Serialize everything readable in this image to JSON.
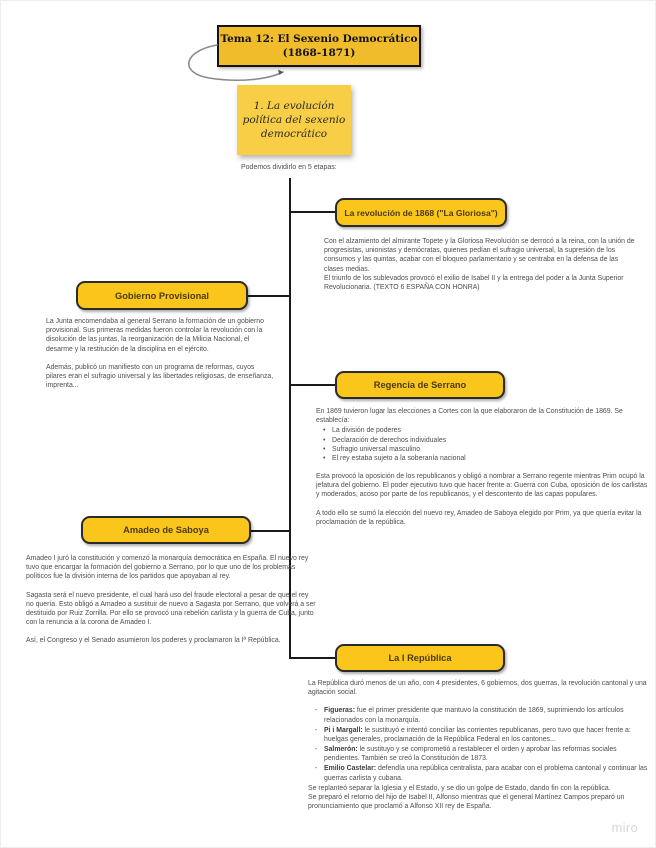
{
  "colors": {
    "title_fill": "#F0BC2B",
    "sticky_fill": "#F7CE45",
    "node_fill": "#FBC61C",
    "line": "#1A1A1A"
  },
  "title_card": {
    "line1": "Tema 12: El Sexenio Democrático",
    "line2": "(1868-1871)"
  },
  "sticky_note": {
    "text": "1. La evolución política del sexenio democrático"
  },
  "intro_label": "Podemos dividirlo en 5 etapas:",
  "watermark": "miro",
  "stages": [
    {
      "label": "La revolución de 1868 (\"La Gloriosa\")",
      "body": [
        "Con el alzamiento del almirante Topete y la Gloriosa Revolución se derrocó a la reina, con la unión de progresistas, unionistas y demócratas, quienes pedían el sufragio universal, la supresión de los consumos y las quintas, acabar con el bloqueo parlamentario y se centraba en la defensa de las clases medias.",
        "El triunfo de los sublevados provocó el exilio de Isabel II y la entrega del poder a la Junta Superior Revolucionaria. (TEXTO 6 ESPAÑA CON HONRA)"
      ]
    },
    {
      "label": "Gobierno Provisional",
      "body": [
        "La Junta encomendaba al general Serrano la formación de un gobierno provisional. Sus primeras medidas fueron controlar la revolución con la disolución de las juntas, la reorganización de la Milicia Nacional, el desarme y la restitución de la disciplina en el ejército.",
        "Además, publicó un manifiesto con un programa de reformas, cuyos pilares eran el sufragio universal y las libertades religiosas, de enseñanza, imprenta..."
      ]
    },
    {
      "label": "Regencia de Serrano",
      "intro": "En 1869 tuvieron lugar las elecciones a Cortes con la que elaboraron de la Constitución de 1869. Se establecía:",
      "bullets": [
        "La división de poderes",
        "Declaración de derechos individuales",
        "Sufragio universal masculino",
        "El rey estaba sujeto a la soberanía nacional"
      ],
      "body": [
        "Esta provocó la oposición de los republicanos y obligó a nombrar a Serrano regente mientras Prim ocupó la jefatura del gobierno. El poder ejecutivo tuvo que hacer frente a: Guerra con Cuba, oposición de los carlistas y moderados, acoso por parte de los republicanos, y el descontento de las capas populares.",
        "A todo ello se sumó la elección del nuevo rey, Amadeo de Saboya elegido por Prim, ya que quería evitar la proclamación de la república."
      ]
    },
    {
      "label": "Amadeo de Saboya",
      "body": [
        "Amadeo I juró la constitución y comenzó la monarquía democrática en España. El nuevo rey tuvo que encargar la formación del gobierno a Serrano, por lo que uno de los problemas políticos fue la división interna de los partidos que apoyaban al rey.",
        "Sagasta será el nuevo presidente, el cual hará uso del fraude electoral a pesar de que el rey no quería. Esto obligó a Amadeo a sustituir de nuevo a Sagasta por Serrano, que volverá a ser destituido por Ruiz Zorrilla. Por ello se provocó una rebelión carlista y la guerra de Cuba, junto con la renuncia a la corona de Amadeo I.",
        "Así, el Congreso y el Senado asumieron los poderes y proclamaron la Iª República."
      ]
    },
    {
      "label": "La I República",
      "intro": "La República duró menos de un año, con 4 presidentes, 6 gobiernos, dos guerras, la revolución cantonal y una agitación social.",
      "bullets": [
        {
          "name": "Figueras:",
          "text": " fue el primer presidente que mantuvo la constitución de 1869, suprimiendo los artículos relacionados con la monarquía."
        },
        {
          "name": "Pi i Margall:",
          "text": " le sustituyó e intentó conciliar las corrientes republicanas, pero tuvo que hacer frente a: huelgas generales, proclamación de la República Federal en los cantones..."
        },
        {
          "name": "Salmerón:",
          "text": " le sustituyo y se comprometió a restablecer el orden y aprobar las reformas sociales pendientes. También se creó la Constitución de 1873."
        },
        {
          "name": "Emilio Castelar:",
          "text": " defendía una república centralista, para acabar con el problema cantonal y continuar las guerras carlista y cubana."
        }
      ],
      "footer": [
        "Se replanteó separar la Iglesia y el Estado, y se dio un golpe de Estado, dando fin con la república.",
        "Se preparó el retorno del hijo de Isabel II, Alfonso mientras que el general Martínez Campos preparó un pronunciamiento que proclamó a Alfonso XII rey de España."
      ]
    }
  ]
}
